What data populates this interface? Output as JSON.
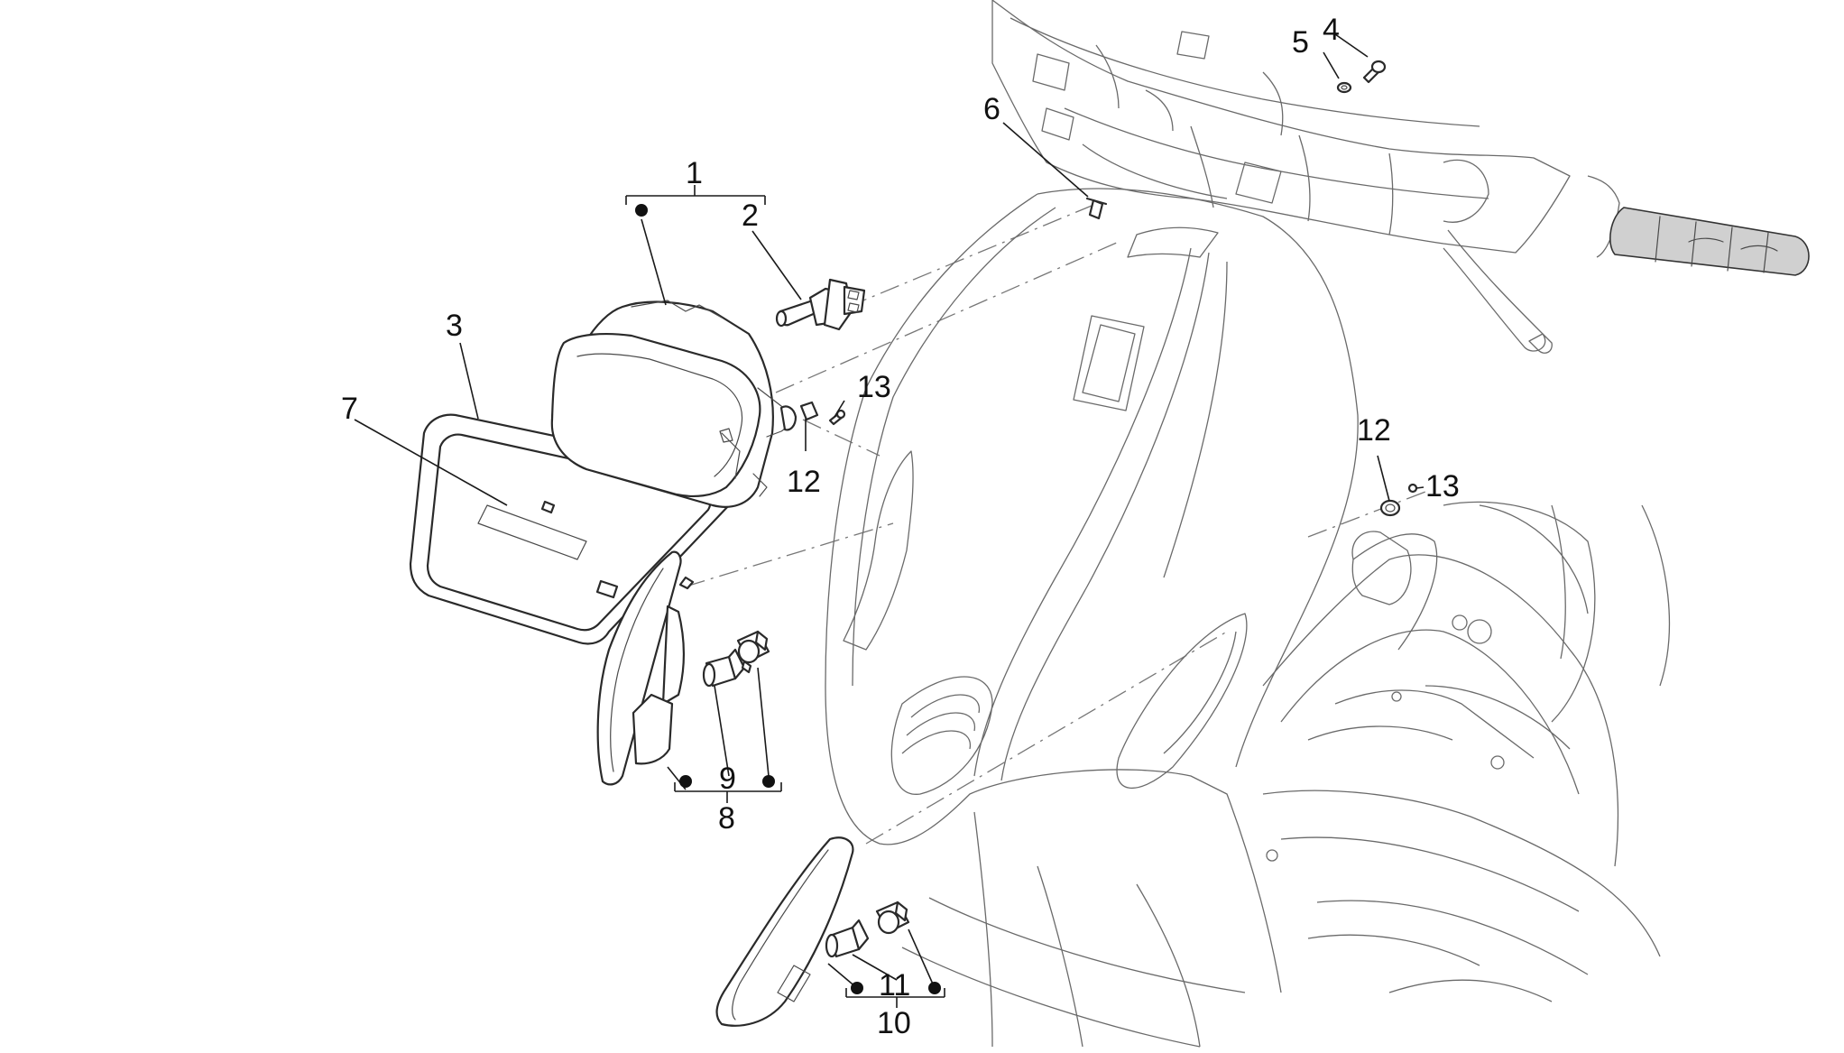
{
  "diagram": {
    "labels": {
      "l1": "1",
      "l2": "2",
      "l3": "3",
      "l4": "4",
      "l5": "5",
      "l6": "6",
      "l7": "7",
      "l8": "8",
      "l9": "9",
      "l10": "10",
      "l11": "11",
      "l12a": "12",
      "l12b": "12",
      "l13a": "13",
      "l13b": "13"
    }
  }
}
